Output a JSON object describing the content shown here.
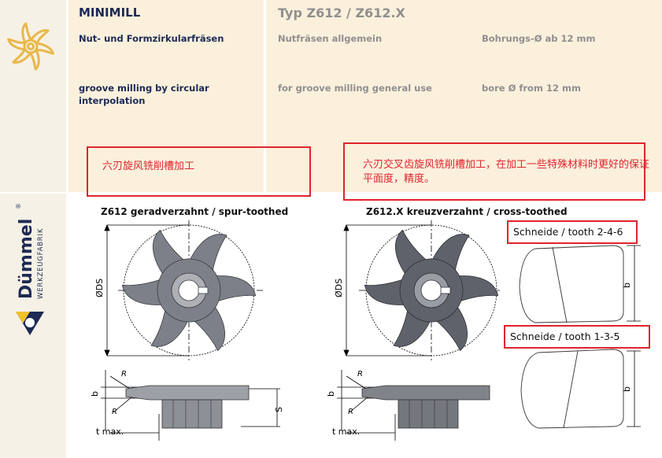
{
  "header": {
    "product": "MINIMILL",
    "type": "Typ  Z612 / Z612.X",
    "de_left": "Nut- und Formzirkularfräsen",
    "de_mid": "Nutfräsen allgemein",
    "de_right": "Bohrungs-Ø ab 12 mm",
    "en_left": "groove milling by circular interpolation",
    "en_mid": "for groove milling general use",
    "en_right": "bore Ø from 12 mm"
  },
  "annotations": {
    "cn_left": "六刃旋风铣削槽加工",
    "cn_right": "六刃交叉齿旋风铣削槽加工，在加工一些特殊材料时更好的保证平面度，精度。",
    "tooth_even": "Schneide / tooth 2-4-6",
    "tooth_odd": "Schneide / tooth 1-3-5"
  },
  "drawings": {
    "left_caption": "Z612  geradverzahnt / spur-toothed",
    "right_caption": "Z612.X  kreuzverzahnt / cross-toothed",
    "dim_ds": "ØDS",
    "dim_b": "b",
    "dim_r": "R",
    "dim_s": "S",
    "dim_t": "t max."
  },
  "sidebar": {
    "brand": "Dümmel",
    "registered": "®",
    "tagline": "WERKZEUGFABRIK"
  },
  "colors": {
    "header_bg": "#fbf0dc",
    "brand_blue": "#1c2a55",
    "icon_gold": "#e8b84a",
    "logo_yellow": "#f2c22b",
    "annotation_red": "#e0242e"
  }
}
